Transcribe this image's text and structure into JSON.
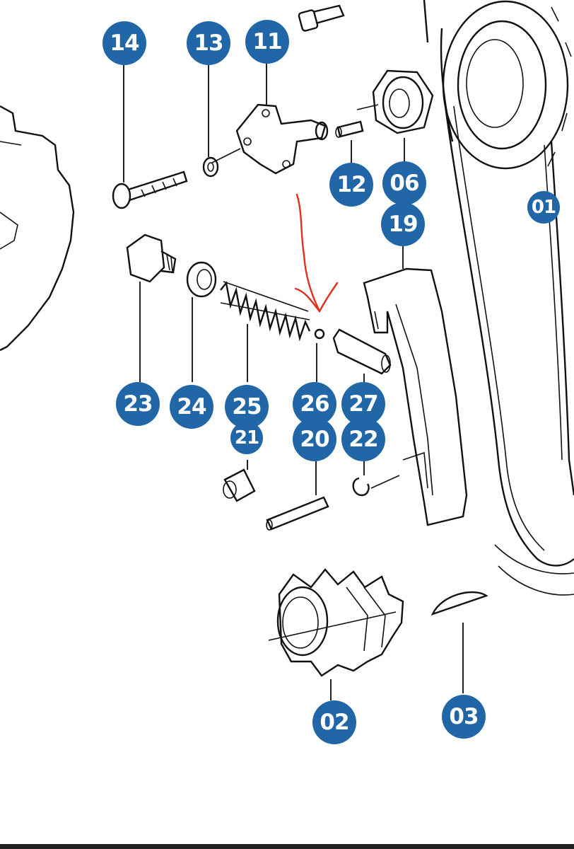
{
  "diagram": {
    "accent_color": "#2167a8",
    "annotation_color": "#e0301e",
    "callouts": [
      {
        "key": "p14",
        "label": "14"
      },
      {
        "key": "p13",
        "label": "13"
      },
      {
        "key": "p11",
        "label": "11"
      },
      {
        "key": "p12",
        "label": "12"
      },
      {
        "key": "p06",
        "label": "06"
      },
      {
        "key": "p19",
        "label": "19"
      },
      {
        "key": "p01",
        "label": "01"
      },
      {
        "key": "p23",
        "label": "23"
      },
      {
        "key": "p24",
        "label": "24"
      },
      {
        "key": "p25",
        "label": "25"
      },
      {
        "key": "p21",
        "label": "21"
      },
      {
        "key": "p26",
        "label": "26"
      },
      {
        "key": "p27",
        "label": "27"
      },
      {
        "key": "p20",
        "label": "20"
      },
      {
        "key": "p22",
        "label": "22"
      },
      {
        "key": "p02",
        "label": "02"
      },
      {
        "key": "p03",
        "label": "03"
      }
    ]
  }
}
